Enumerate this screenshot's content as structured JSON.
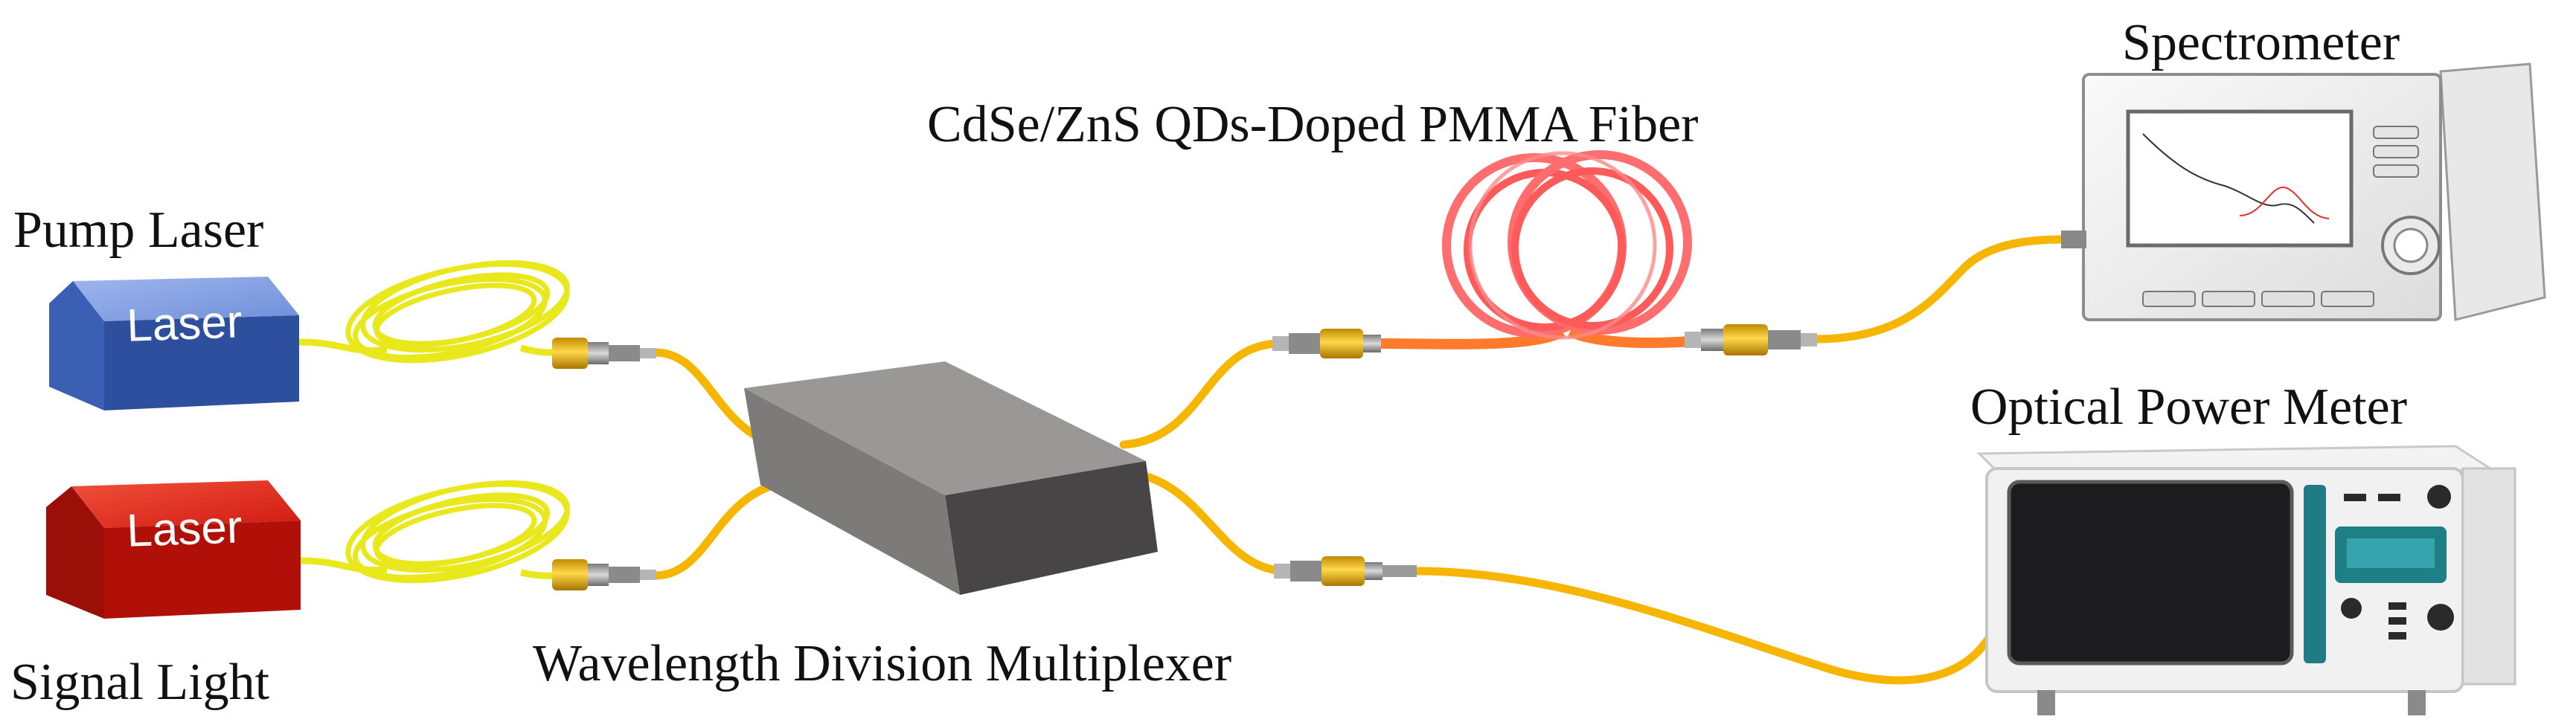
{
  "labels": {
    "pump_laser": "Pump Laser",
    "signal_light": "Signal Light",
    "wdm": "Wavelength Division Multiplexer",
    "fiber": "CdSe/ZnS QDs-Doped PMMA Fiber",
    "spectrometer": "Spectrometer",
    "power_meter": "Optical Power Meter"
  },
  "devices": {
    "pump_box_text": "Laser",
    "signal_box_text": "Laser"
  },
  "colors": {
    "fiber_yellow": "#f6b600",
    "coil_yellow": "#e9e81c",
    "pump_laser_blue": "#4f73c4",
    "signal_laser_red": "#c4150e",
    "wdm_gray": "#8f8f8f",
    "qd_fiber": "#ff6a3a"
  }
}
